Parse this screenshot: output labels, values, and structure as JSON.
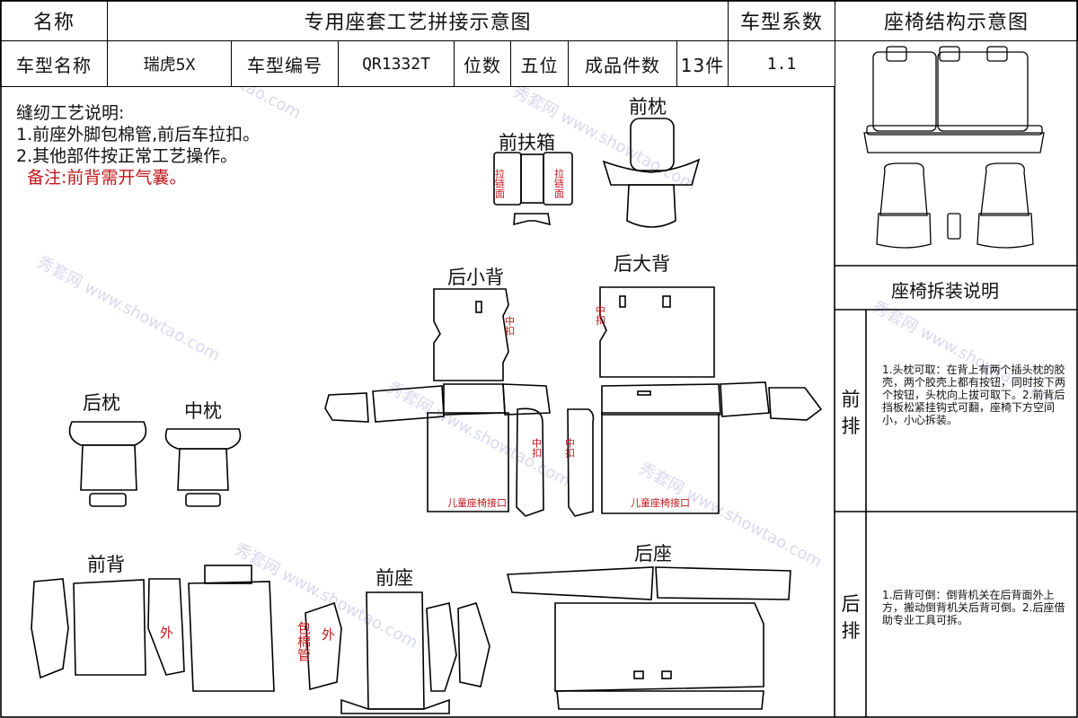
{
  "header": {
    "name_label": "名称",
    "diagram_title": "专用座套工艺拼接示意图",
    "coef_label": "车型系数",
    "structure_title": "座椅结构示意图",
    "model_name_label": "车型名称",
    "model_name": "瑞虎5X",
    "model_code_label": "车型编号",
    "model_code": "QR1332T",
    "seats_label": "位数",
    "seats": "五位",
    "pieces_label": "成品件数",
    "pieces": "13件",
    "coef": "1.1"
  },
  "notes": {
    "title": "缝纫工艺说明:",
    "line1": "1.前座外脚包棉管,前后车拉扣。",
    "line2": "2.其他部件按正常工艺操作。",
    "remark": "备注:前背需开气囊。"
  },
  "parts": {
    "front_armrest": "前扶箱",
    "front_headrest": "前枕",
    "rear_small_back": "后小背",
    "rear_big_back": "后大背",
    "rear_headrest": "后枕",
    "mid_headrest": "中枕",
    "front_back": "前背",
    "front_seat": "前座",
    "rear_seat": "后座"
  },
  "annotations": {
    "zipper": "拉链面",
    "zipper_right": "拉链面",
    "middle_buckle_1": "中扣",
    "middle_buckle_2": "中扣",
    "middle_buckle_3": "中扣",
    "middle_buckle_4": "中扣",
    "child_seat_left": "儿童座椅接口",
    "child_seat_right": "儿童座椅接口",
    "outer_back": "外",
    "outer_seat": "外",
    "cotton_tube": "包棉管"
  },
  "side": {
    "disassembly_title": "座椅拆装说明",
    "front_row_label": "前排",
    "front_row_text": "1.头枕可取：在背上有两个插头枕的胶壳，两个胶壳上都有按钮，同时按下两个按钮，头枕向上拔可取下。2.前背后挡板松紧挂钩式可翻，座椅下方空间小，小心拆装。",
    "rear_row_label": "后排",
    "rear_row_text": "1.后背可倒：倒背机关在后背面外上方，搬动倒背机关后背可倒。2.后座借助专业工具可拆。"
  },
  "watermark": "秀套网 www.showtao.com",
  "colors": {
    "red": "#c0161b",
    "line": "#000000",
    "watermark": "#d9d9ee"
  }
}
